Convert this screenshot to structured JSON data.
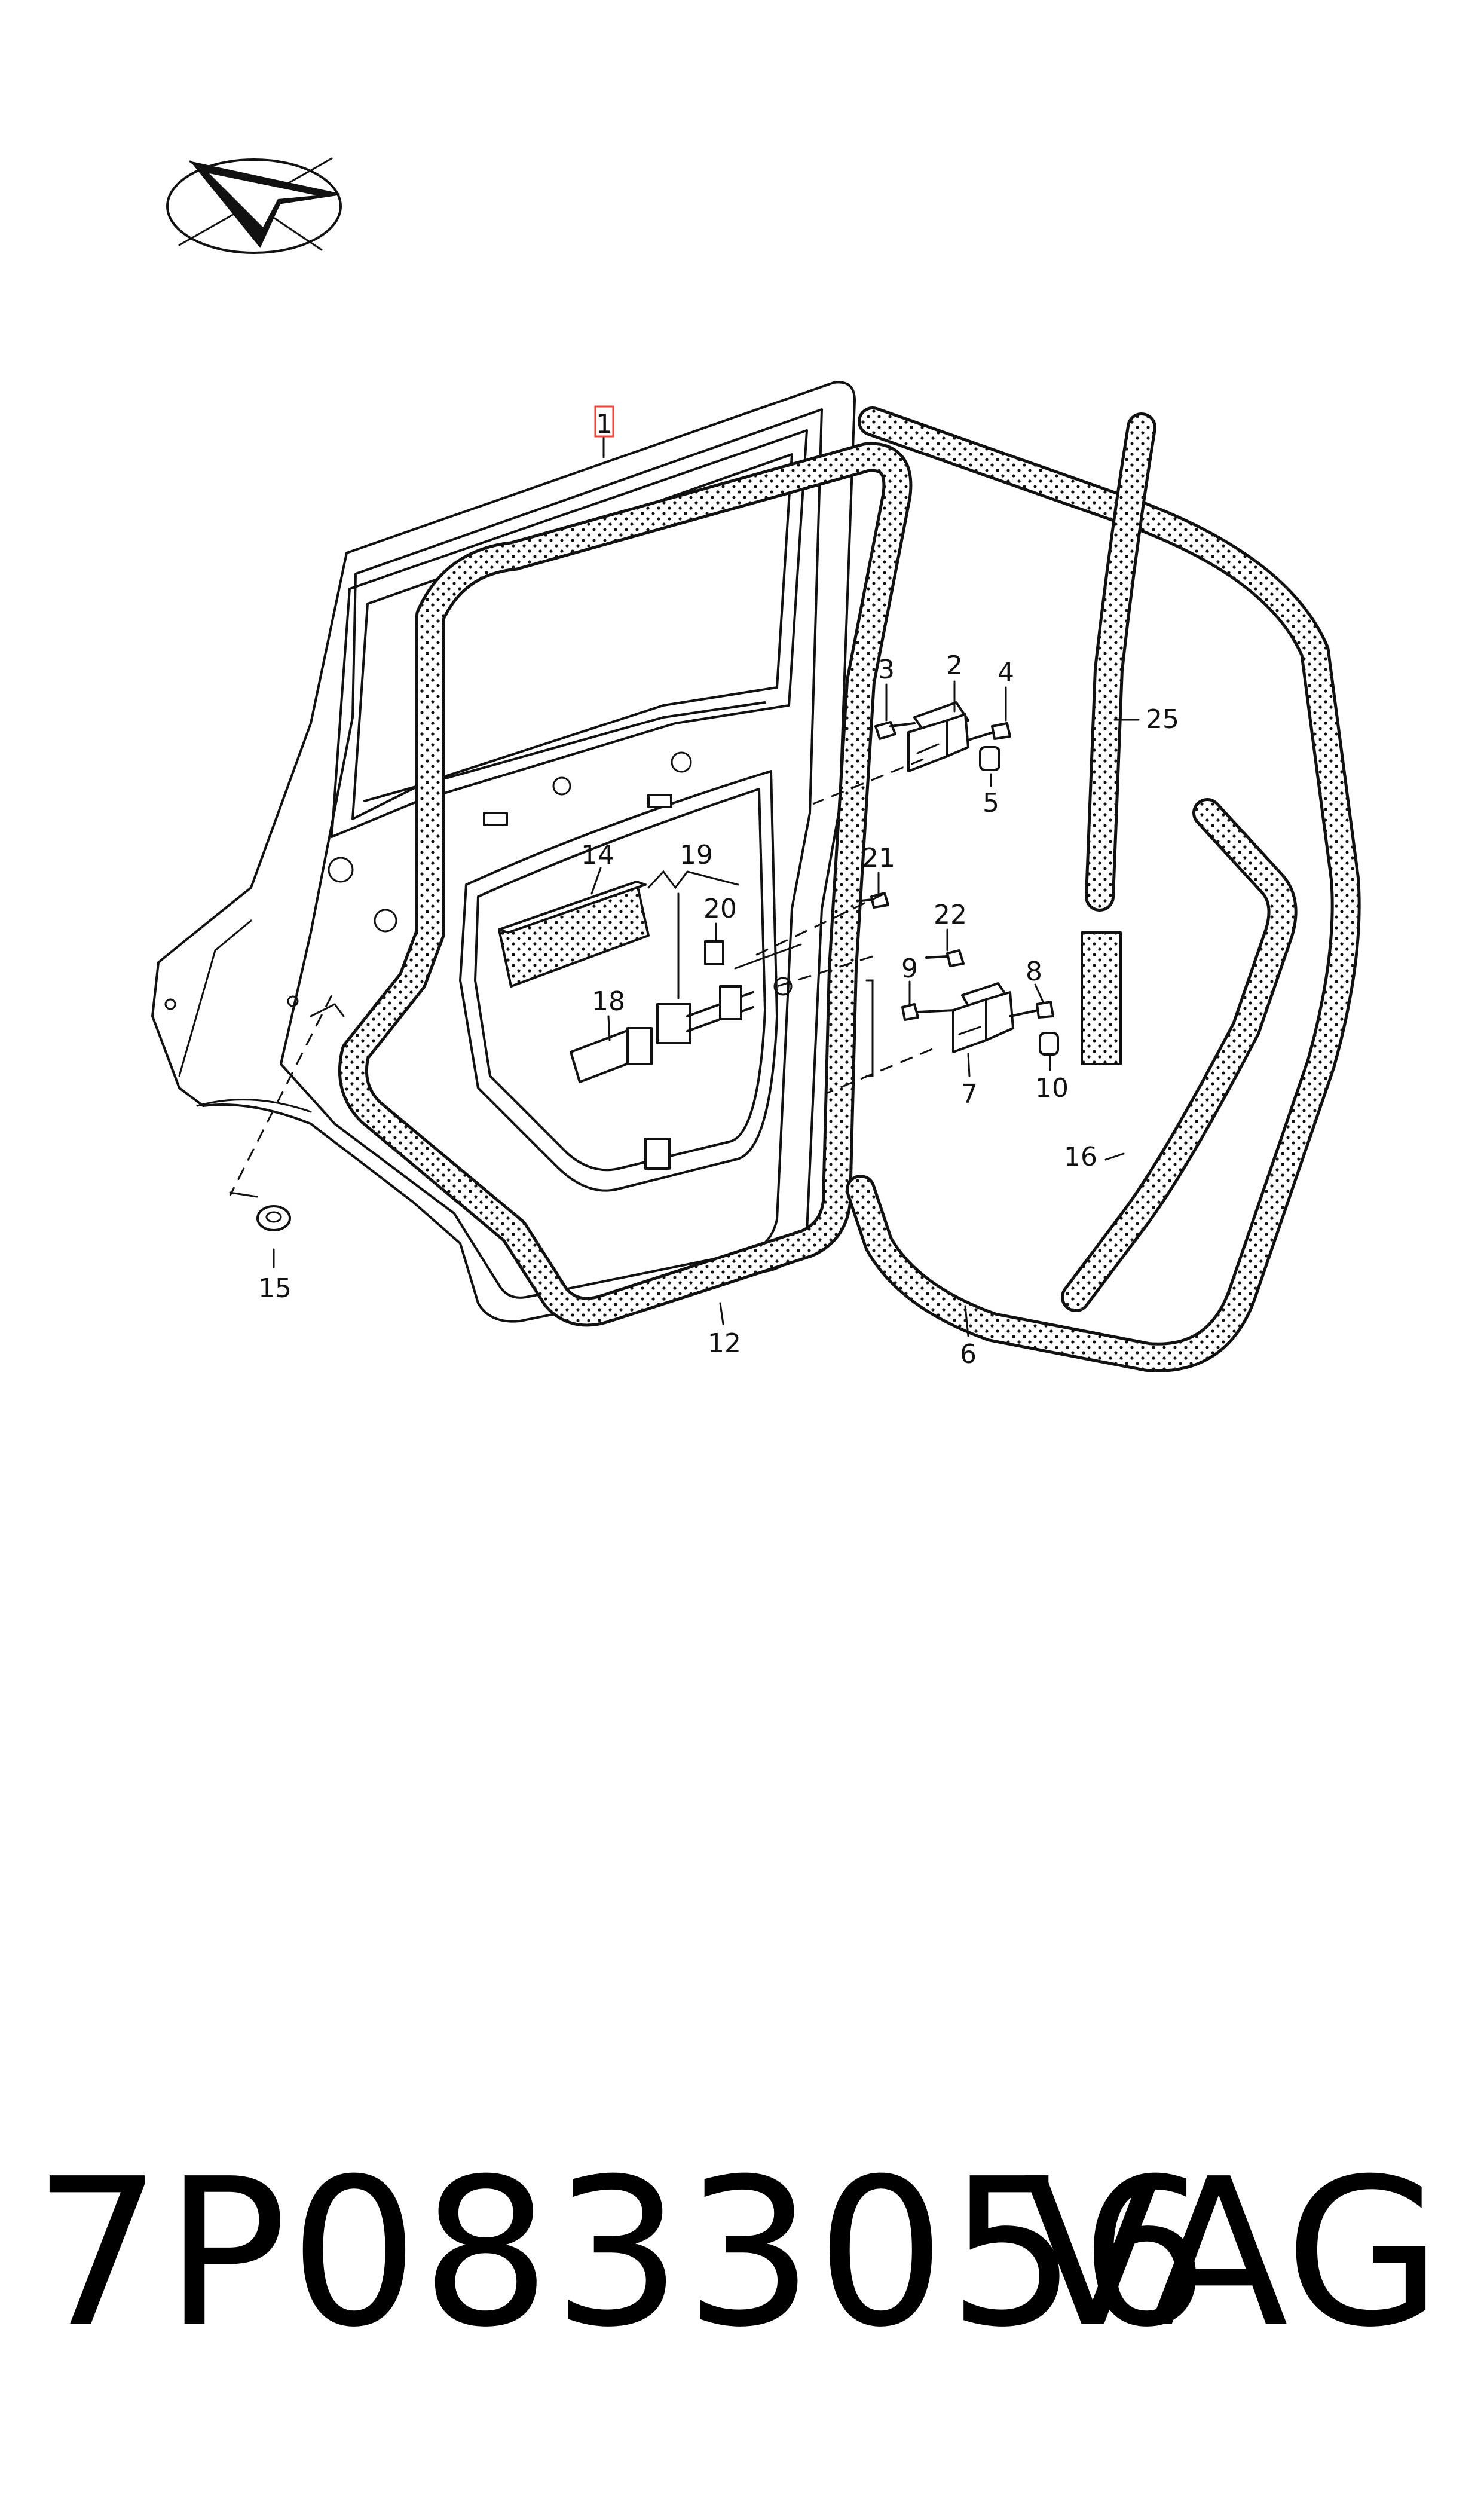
{
  "callouts": {
    "c1": "1",
    "c2": "2",
    "c3": "3",
    "c4": "4",
    "c5": "5",
    "c6": "6",
    "c7": "7",
    "c8": "8",
    "c9": "9",
    "c10": "10",
    "c12": "12",
    "c14": "14",
    "c15": "15",
    "c16": "16",
    "c18": "18",
    "c19": "19",
    "c20": "20",
    "c21": "21",
    "c22": "22",
    "c25": "25"
  },
  "highlight_color": "#e8453c",
  "icons": {
    "orientation": "direction-arrow-icon"
  },
  "footer": {
    "part_number": "7P0833056",
    "brand": "VAG"
  }
}
